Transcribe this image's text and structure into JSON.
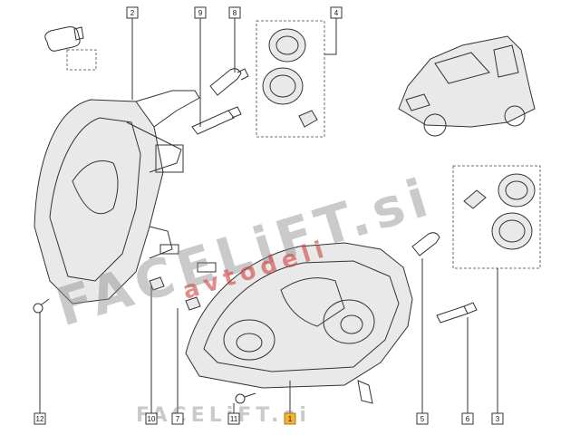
{
  "callouts": [
    {
      "id": "c2",
      "label": "2"
    },
    {
      "id": "c9",
      "label": "9"
    },
    {
      "id": "c8",
      "label": "8"
    },
    {
      "id": "c4",
      "label": "4"
    },
    {
      "id": "c12",
      "label": "12"
    },
    {
      "id": "c10",
      "label": "10"
    },
    {
      "id": "c7",
      "label": "7"
    },
    {
      "id": "c11",
      "label": "11"
    },
    {
      "id": "c1",
      "label": "1",
      "selected": true
    },
    {
      "id": "c5",
      "label": "5"
    },
    {
      "id": "c6",
      "label": "6"
    },
    {
      "id": "c3",
      "label": "3"
    }
  ],
  "watermark": {
    "brand_diagonal": "FACELiFT.si",
    "sub_diagonal": "avtodeli",
    "brand_bottom": "FACELiFT.si"
  },
  "colors": {
    "selected_callout": "#f2b233",
    "watermark_gray": "#8a8a8a",
    "watermark_red": "#d04040"
  }
}
